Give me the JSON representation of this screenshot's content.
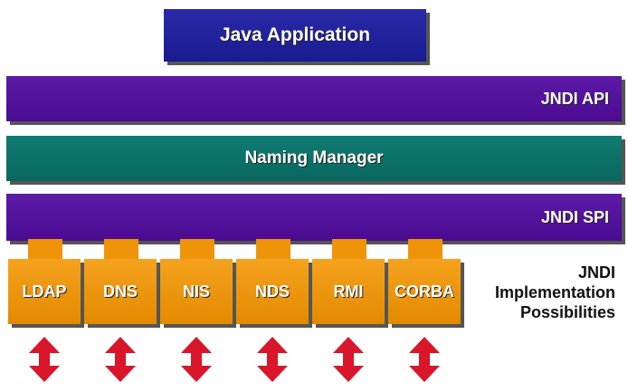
{
  "diagram": {
    "java_application": "Java Application",
    "jndi_api": "JNDI API",
    "naming_manager": "Naming Manager",
    "jndi_spi": "JNDI SPI",
    "providers": [
      "LDAP",
      "DNS",
      "NIS",
      "NDS",
      "RMI",
      "CORBA"
    ],
    "implementation_label": [
      "JNDI",
      "Implementation",
      "Possibilities"
    ]
  },
  "colors": {
    "java_application": "#1e1e9a",
    "jndi_layers": "#520f9a",
    "naming_manager": "#0d7169",
    "providers": "#ef9408",
    "arrows": "#d9162a"
  }
}
